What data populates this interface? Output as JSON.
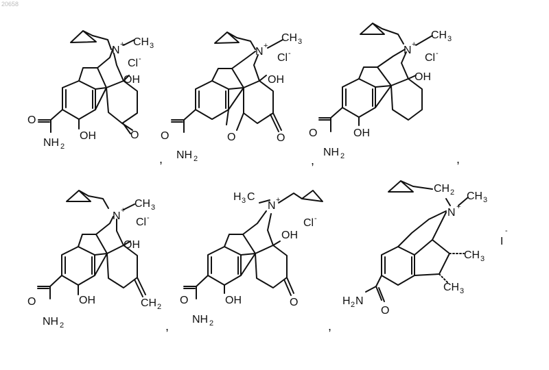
{
  "page_id": "20658",
  "separator": ",",
  "structures": [
    {
      "n_plus": "N",
      "plus": "+",
      "methyl": "CH",
      "methyl_sub": "3",
      "counterion": "Cl",
      "counterion_charge": "-",
      "hydroxyl_top": "OH",
      "amide_o": "O",
      "amide_n": "NH",
      "amide_n_sub": "2",
      "phenol": "OH",
      "ketone": "O"
    },
    {
      "n_plus": "N",
      "plus": "+",
      "methyl": "CH",
      "methyl_sub": "3",
      "counterion": "Cl",
      "counterion_charge": "-",
      "hydroxyl_top": "OH",
      "amide_o": "O",
      "amide_n": "NH",
      "amide_n_sub": "2",
      "bridge_o": "O",
      "ketone": "O"
    },
    {
      "n_plus": "N",
      "plus": "+",
      "methyl": "CH",
      "methyl_sub": "3",
      "counterion": "Cl",
      "counterion_charge": "-",
      "hydroxyl_top": "OH",
      "amide_o": "O",
      "amide_n": "NH",
      "amide_n_sub": "2",
      "phenol": "OH"
    },
    {
      "n_plus": "N",
      "plus": "+",
      "methyl": "CH",
      "methyl_sub": "3",
      "counterion": "Cl",
      "counterion_charge": "-",
      "hydroxyl_top": "OH",
      "amide_o": "O",
      "amide_n": "NH",
      "amide_n_sub": "2",
      "phenol": "OH",
      "methylene": "CH",
      "methylene_sub": "2"
    },
    {
      "n_plus": "N",
      "plus": "+",
      "methyl_left": "H",
      "methyl_left_c": "C",
      "methyl_left_sub": "3",
      "counterion": "Cl",
      "counterion_charge": "-",
      "hydroxyl_top": "OH",
      "amide_o": "O",
      "amide_n": "NH",
      "amide_n_sub": "2",
      "phenol": "OH",
      "ketone": "O"
    },
    {
      "ch2": "CH",
      "ch2_sub": "2",
      "n_plus": "N",
      "plus": "+",
      "methyl": "CH",
      "methyl_sub": "3",
      "counterion": "I",
      "counterion_charge": "-",
      "methyl_a": "CH",
      "methyl_a_sub": "3",
      "methyl_b": "CH",
      "methyl_b_sub": "3",
      "amide_h": "H",
      "amide_n": "N",
      "amide_n_sub": "2",
      "amide_o": "O"
    }
  ]
}
